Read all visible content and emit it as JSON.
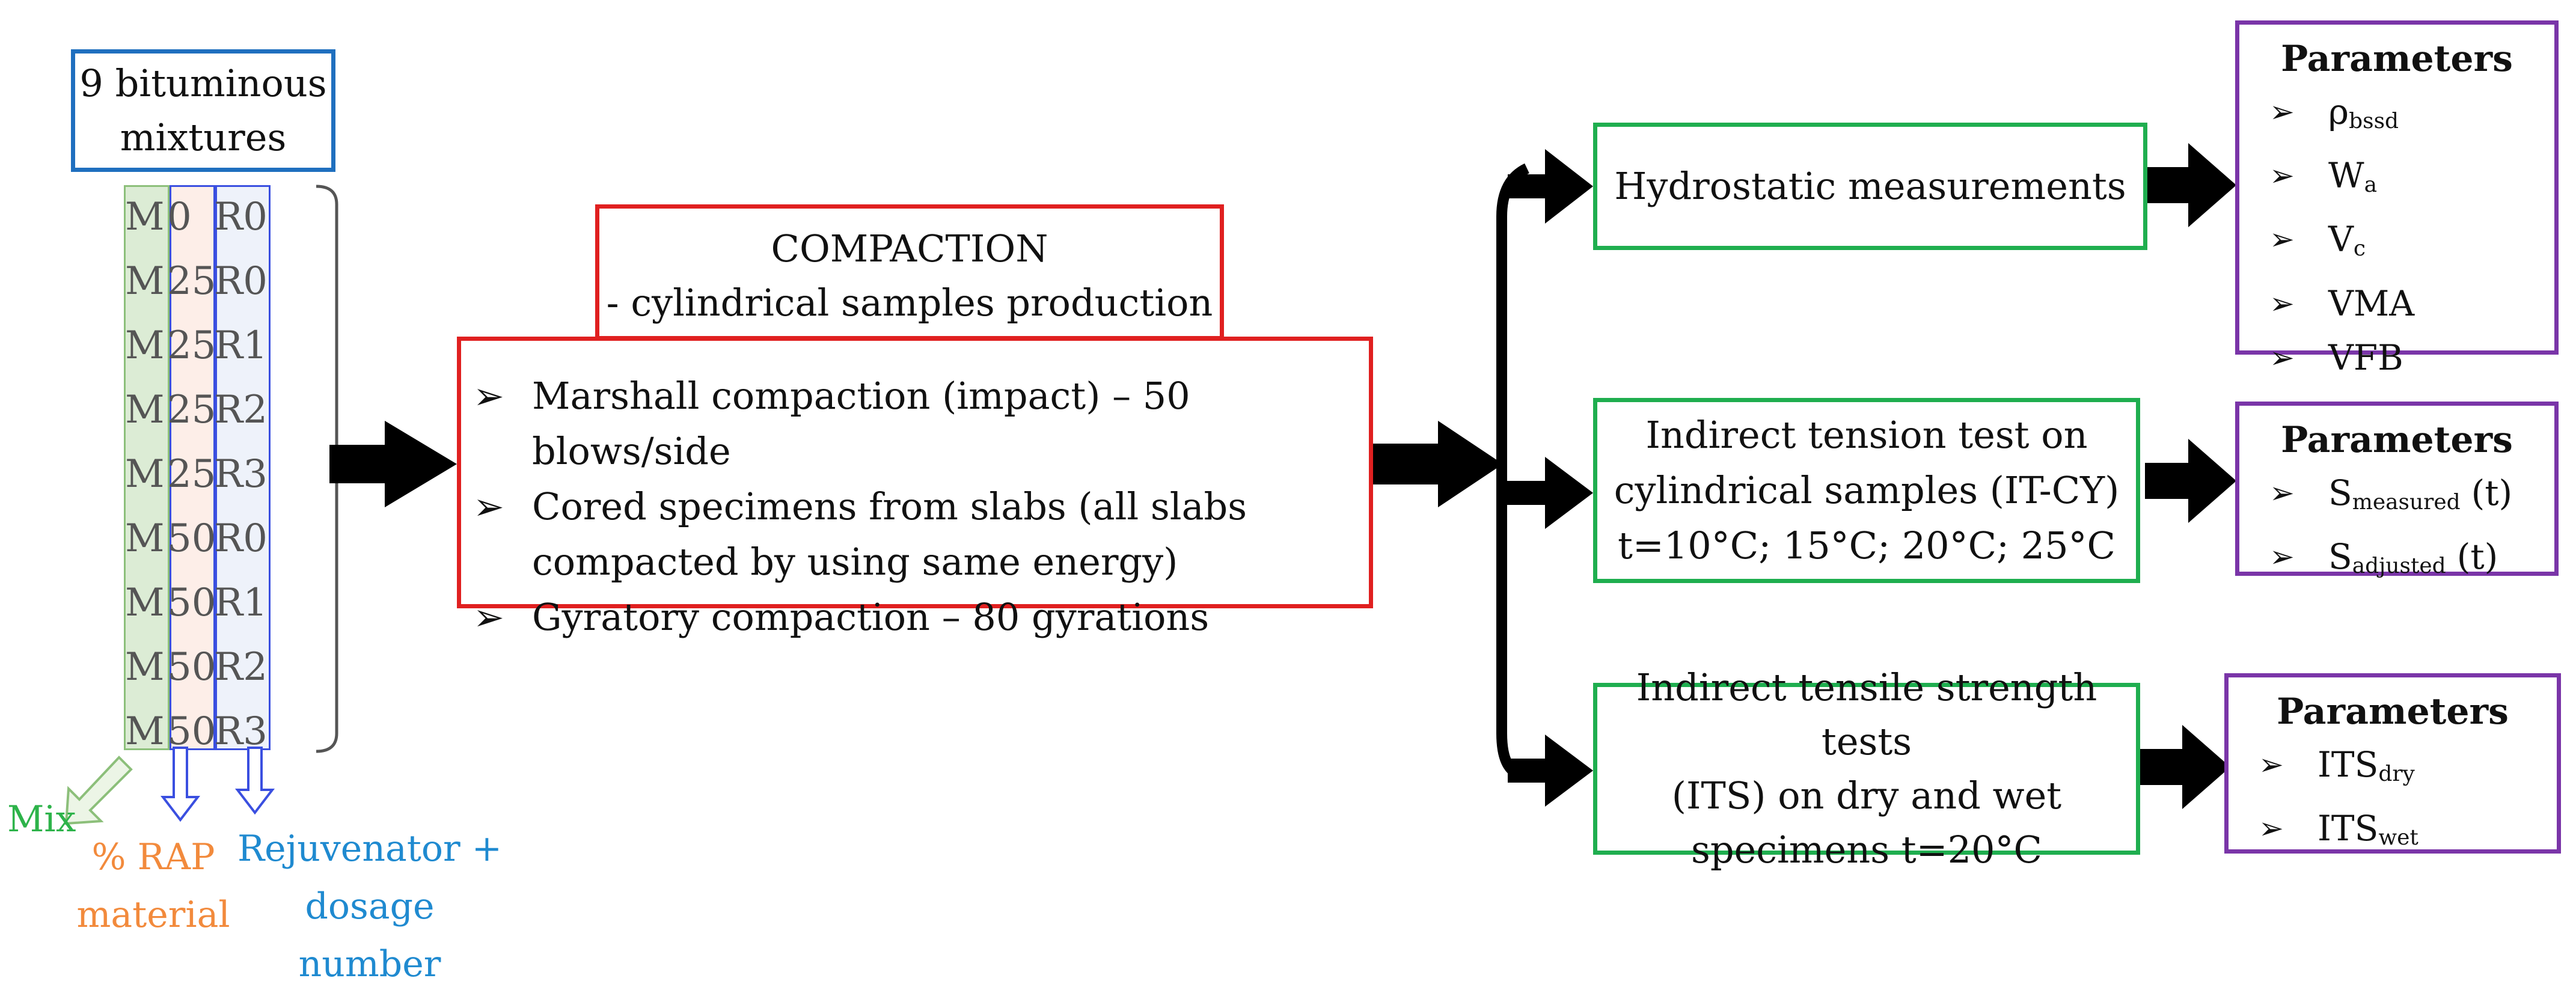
{
  "source_box": {
    "lines": [
      "9 bituminous",
      "mixtures"
    ],
    "color": "#1f6fbf"
  },
  "mixtures": {
    "mix": [
      "M",
      "M",
      "M",
      "M",
      "M",
      "M",
      "M",
      "M",
      "M"
    ],
    "rap": [
      "0",
      "25",
      "25",
      "25",
      "25",
      "50",
      "50",
      "50",
      "50"
    ],
    "rej": [
      "R0",
      "R0",
      "R1",
      "R2",
      "R3",
      "R0",
      "R1",
      "R2",
      "R3"
    ],
    "colors": {
      "mix_fill": "#dcecd5",
      "mix_border": "#8cbf7a",
      "rap_fill": "#fdeee8",
      "rej_fill": "#eef2fa",
      "rej_border": "#3a4fe0"
    }
  },
  "legend": {
    "mix_label": "Mix",
    "rap_label_lines": [
      "% RAP",
      "material"
    ],
    "rej_label_lines": [
      "Rejuvenator +",
      "dosage number"
    ],
    "colors": {
      "mix": "#2db34a",
      "rap": "#f28a3c",
      "rej": "#1f8ad0"
    }
  },
  "compaction": {
    "title": "COMPACTION",
    "subtitle": "- cylindrical samples production -",
    "items": [
      "Marshall compaction (impact) – 50 blows/side",
      "Cored specimens from slabs (all slabs compacted by using same energy)",
      "Gyratory compaction – 80 gyrations"
    ],
    "bullet": "➢",
    "color": "#e02020"
  },
  "tests": [
    {
      "lines": [
        "Hydrostatic measurements"
      ]
    },
    {
      "lines": [
        "Indirect tension test on",
        "cylindrical samples (IT-CY)",
        "t=10°C; 15°C; 20°C; 25°C"
      ]
    },
    {
      "lines": [
        "Indirect tensile strength tests",
        "(ITS) on dry and wet",
        "specimens t=20°C"
      ]
    }
  ],
  "test_color": "#1fae4f",
  "parameters": [
    {
      "title": "Parameters",
      "items": [
        {
          "base": "ρ",
          "sub": "bssd",
          "suffix": ""
        },
        {
          "base": "W",
          "sub": "a",
          "suffix": ""
        },
        {
          "base": "V",
          "sub": "c",
          "suffix": ""
        },
        {
          "base": "VMA",
          "sub": "",
          "suffix": ""
        },
        {
          "base": "VFB",
          "sub": "",
          "suffix": ""
        }
      ]
    },
    {
      "title": "Parameters",
      "items": [
        {
          "base": "S",
          "sub": "measured",
          "suffix": "(t)"
        },
        {
          "base": "S",
          "sub": "adjusted",
          "suffix": "(t)"
        }
      ]
    },
    {
      "title": "Parameters",
      "items": [
        {
          "base": "ITS",
          "sub": "dry",
          "suffix": ""
        },
        {
          "base": "ITS",
          "sub": "wet",
          "suffix": ""
        }
      ]
    }
  ],
  "param_color": "#7a35a8",
  "param_bullet": "➢"
}
